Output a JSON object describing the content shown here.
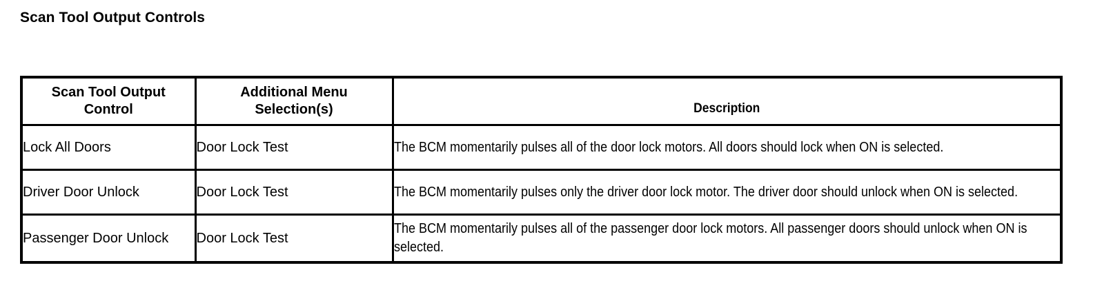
{
  "document": {
    "title": "Scan Tool Output Controls"
  },
  "table": {
    "headers": {
      "col1": "Scan Tool Output Control",
      "col1_line1": "Scan Tool Output",
      "col1_line2": "Control",
      "col2": "Additional Menu Selection(s)",
      "col2_line1": "Additional Menu",
      "col2_line2": "Selection(s)",
      "col3": "Description"
    },
    "rows": [
      {
        "control": "Lock All Doors",
        "menu": "Door Lock Test",
        "description": "The BCM momentarily pulses all of the door lock motors. All doors should lock when ON is selected."
      },
      {
        "control": "Driver Door Unlock",
        "menu": "Door Lock Test",
        "description": "The BCM momentarily pulses only the driver door lock motor. The driver door should unlock when ON is selected."
      },
      {
        "control": "Passenger Door Unlock",
        "menu": "Door Lock Test",
        "description": "The BCM momentarily pulses all of the passenger door lock motors. All passenger doors should unlock when ON is selected."
      }
    ]
  },
  "colors": {
    "background": "#ffffff",
    "text": "#000000",
    "border": "#000000"
  }
}
